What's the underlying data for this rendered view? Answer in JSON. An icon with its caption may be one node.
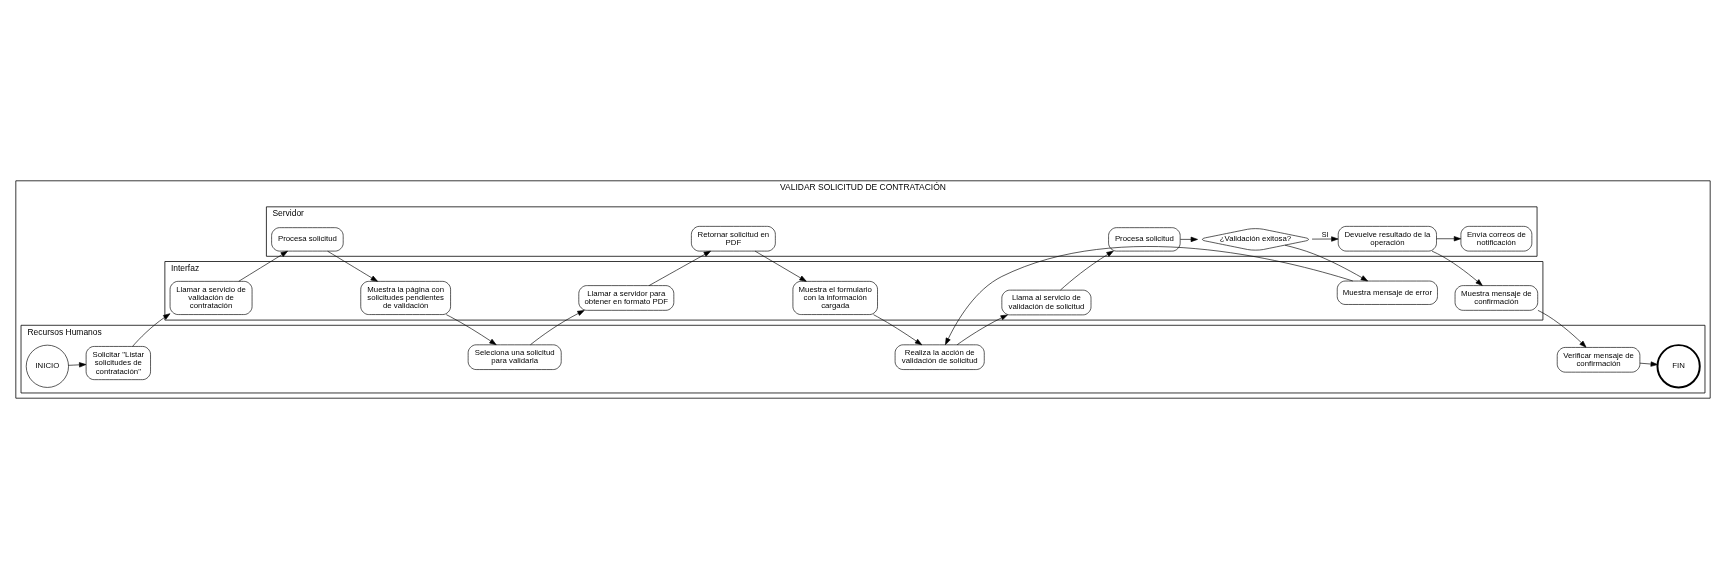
{
  "diagram": {
    "nodes": [
      {
        "text": [
          "VALIDAR SOLICITUD DE CONTRATACIÓN"
        ]
      },
      {
        "text": [
          "Recursos Humanos"
        ],
        "in": 0
      },
      {
        "text": [
          "Interfaz"
        ],
        "in": 0
      },
      {
        "text": [
          "Servidor"
        ],
        "in": 0
      },
      {
        "text": [
          "INICIO"
        ],
        "in": 1
      },
      {
        "text": [
          "Solicitar \"Listar solicitudes de contratación\""
        ],
        "in": 1
      },
      {
        "text": [
          "Seleciona una solicitud para validarla"
        ],
        "in": 1
      },
      {
        "text": [
          "Realiza la acción de validación de solicitud"
        ],
        "in": 1
      },
      {
        "text": [
          "Verificar mensaje de confirmación"
        ],
        "in": 1
      },
      {
        "text": [
          "FIN"
        ],
        "in": 1
      },
      {
        "text": [
          "Llamar a servicio de validación de contratación"
        ],
        "in": 2
      },
      {
        "text": [
          "Muestra la página con solicitudes pendientes de validación"
        ],
        "in": 2
      },
      {
        "text": [
          "Llamar a servidor para obtener en formato PDF"
        ],
        "in": 2
      },
      {
        "text": [
          "Muestra el formulario con la información cargada"
        ],
        "in": 2
      },
      {
        "text": [
          "Llama al servicio de validación de solicitud"
        ],
        "in": 2
      },
      {
        "text": [
          "Muestra mensaje de error"
        ],
        "in": 2
      },
      {
        "text": [
          "Muestra mensaje de confirmación"
        ],
        "in": 2
      },
      {
        "text": [
          "Procesa solicitud"
        ],
        "in": 3
      },
      {
        "text": [
          "Retornar solicitud en PDF"
        ],
        "in": 3
      },
      {
        "text": [
          "Procesa solicitud"
        ],
        "in": 3
      },
      {
        "text": [
          "¿Validación exitosa?"
        ],
        "in": 3
      },
      {
        "text": [
          "Devuelve resultado de la operación"
        ],
        "in": 3
      },
      {
        "text": [
          "Envía correos de notificación"
        ],
        "in": 3
      }
    ],
    "edges": [
      {
        "from": 4,
        "to": 5,
        "arrow": "to"
      },
      {
        "from": 5,
        "to": 10,
        "arrow": "to"
      },
      {
        "from": 10,
        "to": 17,
        "arrow": "to"
      },
      {
        "from": 17,
        "to": 11,
        "arrow": "to"
      },
      {
        "from": 11,
        "to": 6,
        "arrow": "to"
      },
      {
        "from": 6,
        "to": 12,
        "arrow": "to"
      },
      {
        "from": 12,
        "to": 18,
        "arrow": "to"
      },
      {
        "from": 18,
        "to": 13,
        "arrow": "to"
      },
      {
        "from": 13,
        "to": 7,
        "arrow": "to"
      },
      {
        "from": 7,
        "to": 14,
        "arrow": "to"
      },
      {
        "from": 14,
        "to": 19,
        "arrow": "to"
      },
      {
        "from": 19,
        "to": 20,
        "arrow": "to"
      },
      {
        "from": 20,
        "to": 21,
        "label": "SI",
        "arrow": "to"
      },
      {
        "from": 20,
        "to": 15,
        "arrow": "to"
      },
      {
        "from": 15,
        "to": 7,
        "arrow": "to"
      },
      {
        "from": 21,
        "to": 16,
        "arrow": "to"
      },
      {
        "from": 21,
        "to": 22,
        "arrow": "to"
      },
      {
        "from": 16,
        "to": 8,
        "arrow": "to"
      },
      {
        "from": 8,
        "to": 9,
        "arrow": "to"
      }
    ]
  }
}
